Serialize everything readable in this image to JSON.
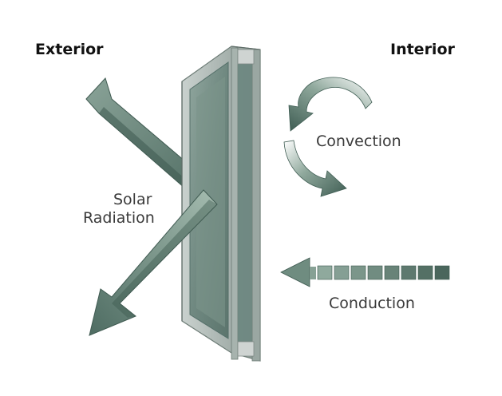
{
  "labels": {
    "exterior": "Exterior",
    "interior": "Interior",
    "solar_line1": "Solar",
    "solar_line2": "Radiation",
    "convection": "Convection",
    "conduction": "Conduction"
  },
  "colors": {
    "arrow_dark": "#4c6a62",
    "arrow_mid": "#6f8c80",
    "arrow_light": "#9db3a8",
    "glass": "#7d948c",
    "frame": "#b9c3bf"
  },
  "conduction_blocks": 8
}
